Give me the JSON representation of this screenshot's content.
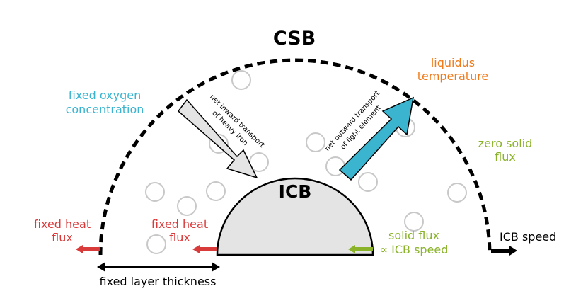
{
  "labels": {
    "csb": "CSB",
    "icb": "ICB",
    "liquidus_line1": "liquidus",
    "liquidus_line2": "temperature",
    "oxygen_line1": "fixed oxygen",
    "oxygen_line2": "concentration",
    "zero_solid_line1": "zero solid",
    "zero_solid_line2": "flux",
    "heat_outer_line1": "fixed heat",
    "heat_outer_line2": "flux",
    "heat_inner_line1": "fixed heat",
    "heat_inner_line2": "flux",
    "solid_flux_line1": "solid flux",
    "solid_flux_line2": "∝ ICB speed",
    "icb_speed": "ICB speed",
    "fixed_layer": "fixed layer thickness",
    "inward_line1": "net inward transport",
    "inward_line2": "of heavy iron",
    "outward_line1": "net outward transport",
    "outward_line2": "of light element"
  },
  "colors": {
    "red": "#d93a3a",
    "teal": "#3ab4cf",
    "orange": "#f07a1a",
    "green": "#8ab32a",
    "icb_fill": "#e4e4e4",
    "inward_arrow": "#e0e0e0",
    "bubble": "#c8c8c8",
    "black": "#000000"
  }
}
